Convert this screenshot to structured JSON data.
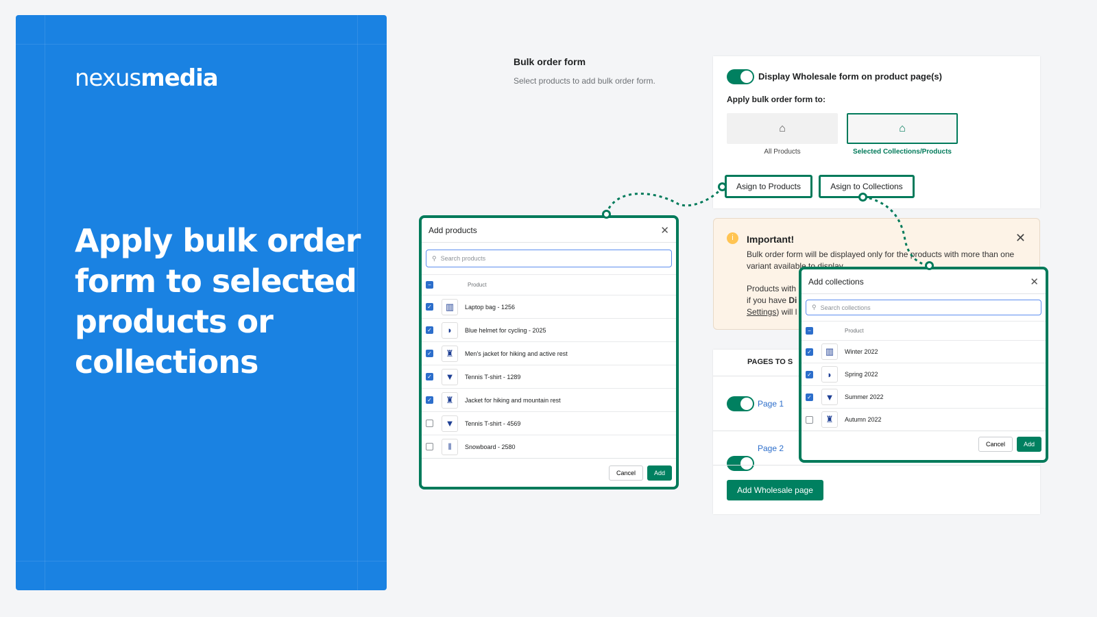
{
  "hero": {
    "logo_light": "nexus",
    "logo_bold": "media",
    "headline": "Apply bulk order form to selected products or collections"
  },
  "section": {
    "title": "Bulk order form",
    "description": "Select products to add bulk order form."
  },
  "settings": {
    "display_toggle_label": "Display Wholesale form on product page(s)",
    "display_toggle_on": true,
    "apply_label": "Apply bulk order form to:",
    "options": [
      {
        "label": "All Products",
        "icon": "product-add-icon",
        "selected": false
      },
      {
        "label": "Selected Collections/Products",
        "icon": "collections-icon",
        "selected": true
      }
    ],
    "assign_products": "Asign to Products",
    "assign_collections": "Asign to Collections"
  },
  "notice": {
    "title": "Important!",
    "line1": "Bulk order form will be displayed only for the products with more than one variant available to display.",
    "line2a": "Products with",
    "line2b": "if you have ",
    "line2bold": "Di",
    "line2c": "Settings",
    "line2d": ") will l"
  },
  "pages": {
    "header": "PAGES TO S",
    "items": [
      {
        "label": "Page 1",
        "on": true
      },
      {
        "label": "Page 2",
        "on": true
      }
    ],
    "add_button": "Add Wholesale page"
  },
  "add_products": {
    "title": "Add products",
    "search_placeholder": "Search products",
    "column": "Product",
    "rows": [
      {
        "name": "Laptop bag - 1256",
        "checked": true,
        "icon": "bag-icon"
      },
      {
        "name": "Blue helmet for cycling - 2025",
        "checked": true,
        "icon": "helmet-icon"
      },
      {
        "name": "Men's jacket for hiking and active rest",
        "checked": true,
        "icon": "jacket-icon"
      },
      {
        "name": "Tennis T-shirt - 1289",
        "checked": true,
        "icon": "tshirt-icon"
      },
      {
        "name": "Jacket for hiking and mountain rest",
        "checked": true,
        "icon": "jacket-icon"
      },
      {
        "name": "Tennis T-shirt - 4569",
        "checked": false,
        "icon": "tshirt-icon"
      },
      {
        "name": "Snowboard - 2580",
        "checked": false,
        "icon": "snowboard-icon"
      }
    ],
    "cancel": "Cancel",
    "add": "Add"
  },
  "add_collections": {
    "title": "Add collections",
    "search_placeholder": "Search collections",
    "column": "Product",
    "rows": [
      {
        "name": "Winter 2022",
        "checked": true
      },
      {
        "name": "Spring 2022",
        "checked": true
      },
      {
        "name": "Summer 2022",
        "checked": true
      },
      {
        "name": "Autumn 2022",
        "checked": false
      }
    ],
    "cancel": "Cancel",
    "add": "Add"
  },
  "colors": {
    "brand_blue": "#1a82e2",
    "accent_green": "#008060",
    "checkbox_blue": "#2c6ecb"
  }
}
